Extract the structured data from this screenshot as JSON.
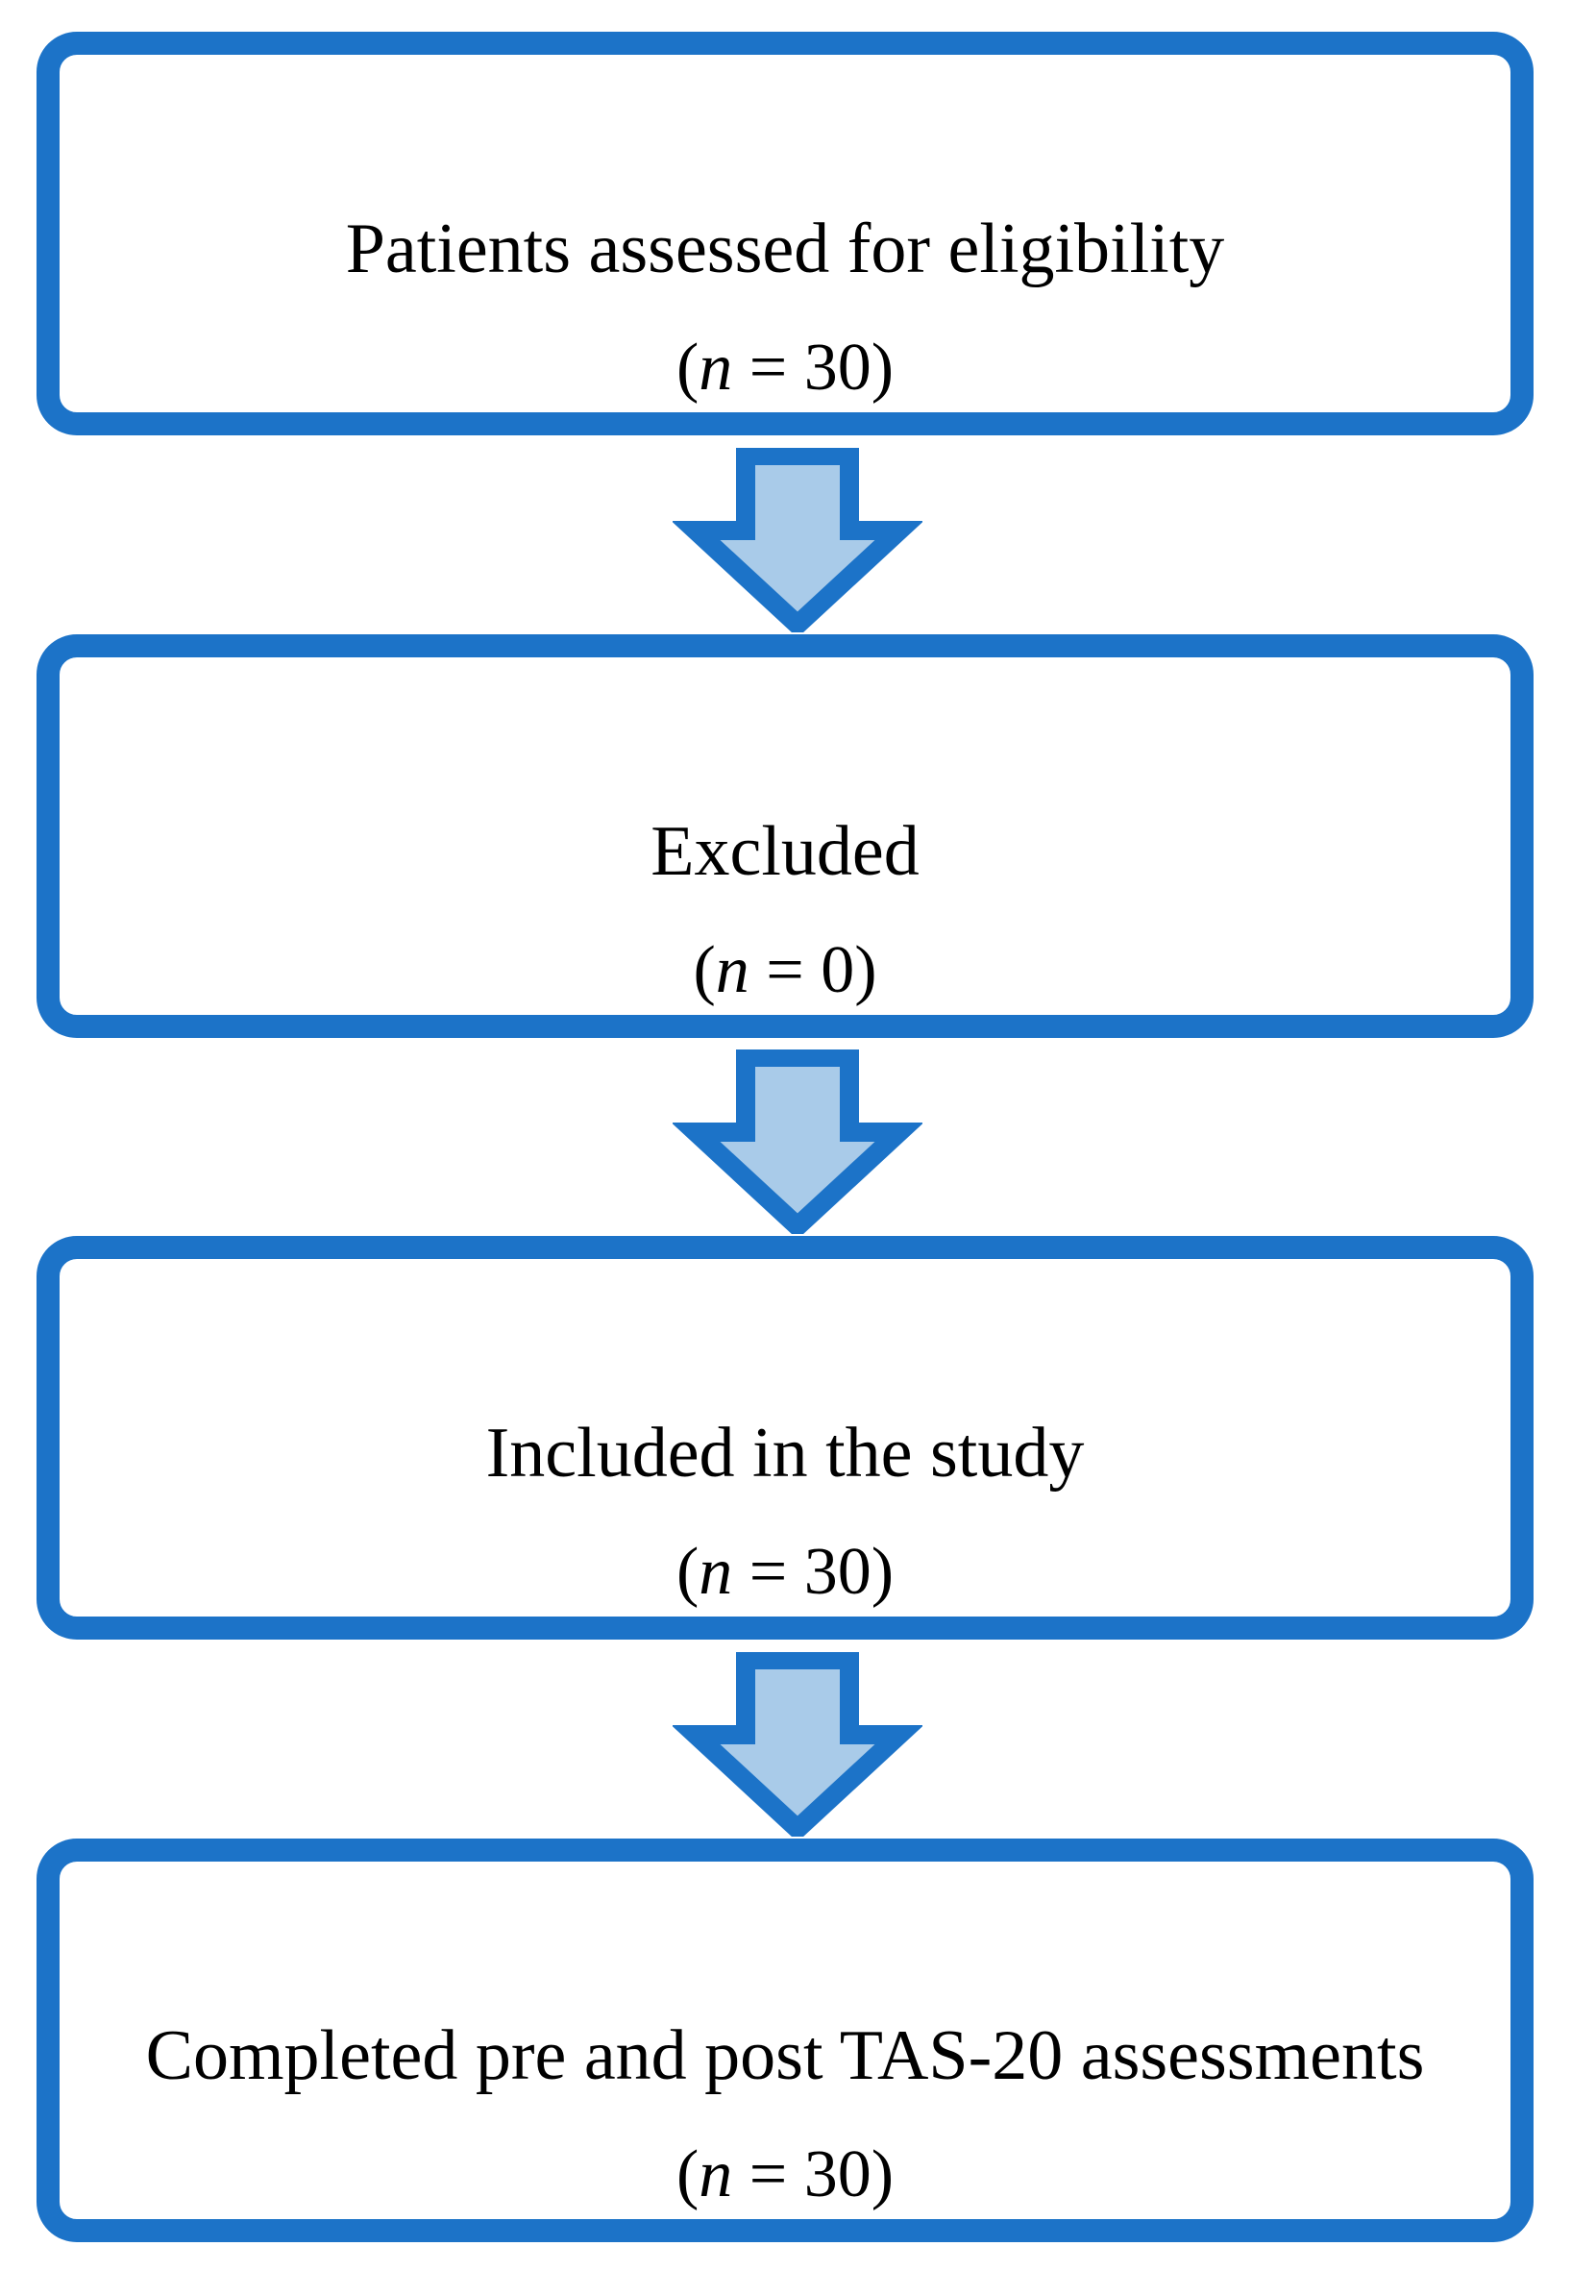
{
  "boxes": [
    {
      "label": "Patients assessed for eligibility",
      "count": "30"
    },
    {
      "label": "Excluded",
      "count": "0"
    },
    {
      "label": "Included in the study",
      "count": "30"
    },
    {
      "label": "Completed pre and post TAS-20 assessments",
      "count": "30"
    }
  ],
  "count_prefix": "(",
  "count_variable": "n",
  "count_equals": " = ",
  "count_suffix": ")",
  "colors": {
    "border": "#1c73c8",
    "arrow_fill": "#a9cbe9",
    "arrow_stroke": "#1c73c8",
    "text": "#000000",
    "background": "#ffffff"
  },
  "icons": [
    "down-arrow-icon"
  ]
}
